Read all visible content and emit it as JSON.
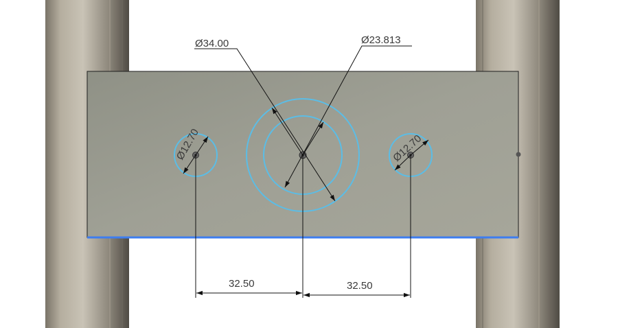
{
  "sketch": {
    "dimensions": {
      "big_diameter": "Ø34.00",
      "inner_diameter": "Ø23.813",
      "left_hole_diameter": "Ø12.70",
      "right_hole_diameter": "Ø12.70",
      "left_spacing": "32.50",
      "right_spacing": "32.50"
    },
    "colors": {
      "plate": "#9d9e93",
      "plate_edge": "#1e1e1e",
      "selected_edge": "#3d7df0",
      "sketch_curve": "#5bbde6",
      "dimension_line": "#111111",
      "rail_light": "#b9b3a6",
      "rail_dark": "#5f5a52"
    }
  }
}
